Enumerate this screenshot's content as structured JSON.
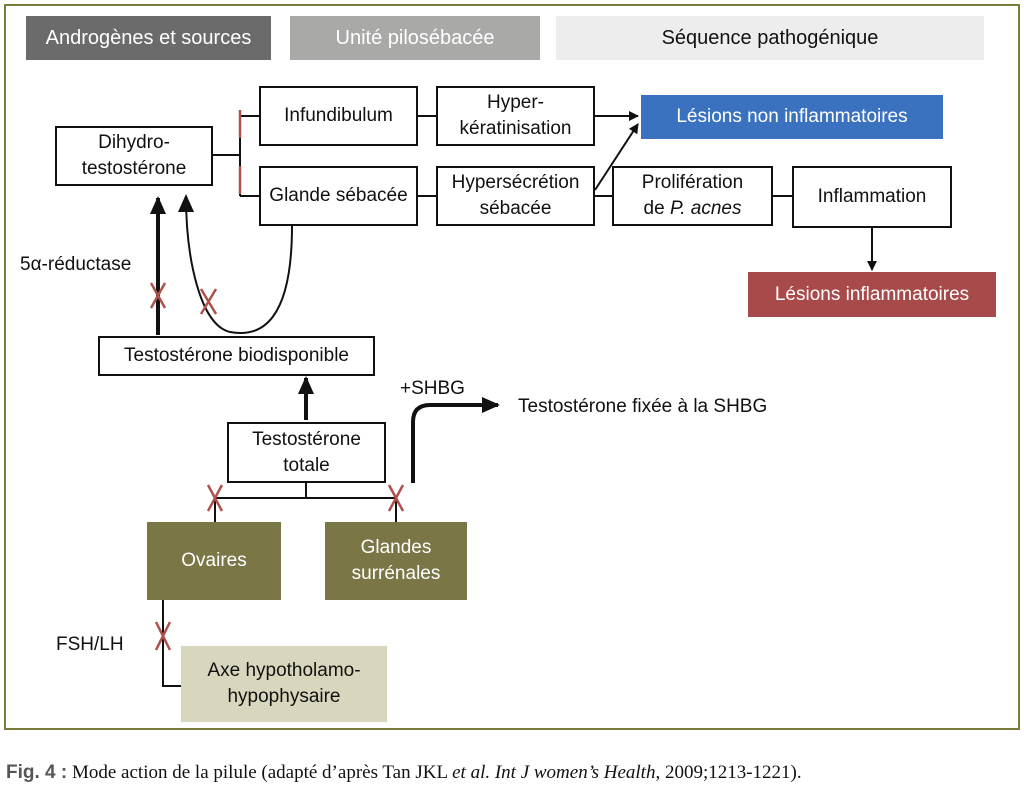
{
  "legend": {
    "androgenes": "Androgènes et sources",
    "unite": "Unité pilosébacée",
    "sequence": "Séquence pathogénique"
  },
  "nodes": {
    "dht_line1": "Dihydro-",
    "dht_line2": "testostérone",
    "infundibulum": "Infundibulum",
    "glande_sebacee": "Glande sébacée",
    "hyperkeratinisation_line1": "Hyper-",
    "hyperkeratinisation_line2": "kératinisation",
    "hypersecretion_line1": "Hypersécrétion",
    "hypersecretion_line2": "sébacée",
    "lesions_non_inflammatoires": "Lésions non inflammatoires",
    "proliferation_line1": "Prolifération",
    "proliferation_line2_prefix": "de ",
    "proliferation_line2_italic": "P. acnes",
    "inflammation": "Inflammation",
    "lesions_inflammatoires": "Lésions inflammatoires",
    "testo_bio": "Testostérone biodisponible",
    "testo_totale_line1": "Testostérone",
    "testo_totale_line2": "totale",
    "ovaires": "Ovaires",
    "glandes_line1": "Glandes",
    "glandes_line2": "surrénales",
    "axe_line1": "Axe hypotholamo-",
    "axe_line2": "hypophysaire"
  },
  "labels": {
    "reductase": "5α-réductase",
    "shbg_plus": "+SHBG",
    "testo_fixee": "Testostérone fixée à la SHBG",
    "fsh_lh": "FSH/LH"
  },
  "caption": {
    "fig": "Fig. 4 :",
    "text1": " Mode action de la pilule (adapté d’après Tan JKL ",
    "italic": "et al. Int J women’s Health",
    "text2": ", 2009;1213-1221)."
  },
  "colors": {
    "androgenes_bg": "#6b6b6b",
    "unite_bg": "#a9aaa8",
    "sequence_bg": "#ededed",
    "olive": "#7a7645",
    "beige": "#d9d6be",
    "blue": "#3a72c0",
    "red": "#a84a4a",
    "cross": "#b0504a",
    "frame": "#7a7a3a"
  }
}
